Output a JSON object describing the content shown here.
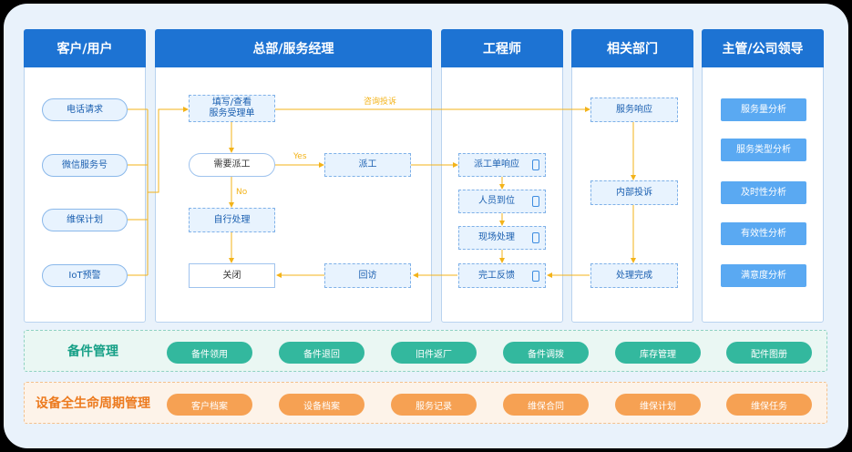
{
  "lanes": {
    "customer": {
      "title": "客户/用户",
      "items": [
        "电话请求",
        "微信服务号",
        "维保计划",
        "IoT预警"
      ]
    },
    "hq": {
      "title": "总部/服务经理",
      "fill_view": "填写/查看\n服务受理单",
      "need_dispatch": "需要派工",
      "dispatch": "派工",
      "self_handle": "自行处理",
      "close": "关闭",
      "revisit": "回访"
    },
    "engineer": {
      "title": "工程师",
      "items": [
        "派工单响应",
        "人员到位",
        "现场处理",
        "完工反馈"
      ]
    },
    "dept": {
      "title": "相关部门",
      "items": [
        "服务响应",
        "内部投诉",
        "处理完成"
      ]
    },
    "leader": {
      "title": "主管/公司领导",
      "items": [
        "服务量分析",
        "服务类型分析",
        "及时性分析",
        "有效性分析",
        "满意度分析"
      ]
    }
  },
  "edge_labels": {
    "consult": "咨询投诉",
    "yes": "Yes",
    "no": "No"
  },
  "parts": {
    "title": "备件管理",
    "items": [
      "备件领用",
      "备件退回",
      "旧件返厂",
      "备件调拨",
      "库存管理",
      "配件图册"
    ]
  },
  "lifecycle": {
    "title": "设备全生命周期管理",
    "items": [
      "客户档案",
      "设备档案",
      "服务记录",
      "维保合同",
      "维保计划",
      "维保任务"
    ]
  }
}
